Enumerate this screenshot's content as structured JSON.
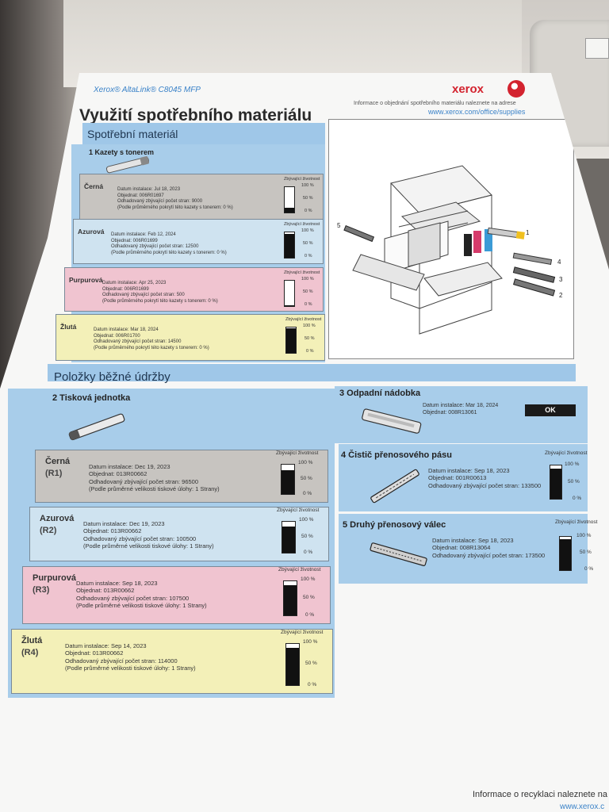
{
  "header": {
    "brand_line": "Xerox® AltaLink® C8045 MFP",
    "logo_text": "xerox",
    "title": "Využití spotřebního materiálu",
    "info_note": "Informace o objednání spotřebního materiálu naleznete na adrese",
    "info_url": "www.xerox.com/office/supplies"
  },
  "supplies": {
    "section_title": "Spotřební materiál",
    "subsection_title": "1 Kazety s tonerem",
    "remaining_label": "Zbývající životnost",
    "rows": [
      {
        "name": "Černá",
        "install": "Datum instalace: Jul 18, 2023",
        "order": "Objednat: 006R01697",
        "pages": "Odhadovaný zbývající počet stran: 9000",
        "note": "(Podle průměrného pokrytí této kazety s tonerem: 0 %)",
        "level": 0.2
      },
      {
        "name": "Azurová",
        "install": "Datum instalace: Feb 12, 2024",
        "order": "Objednat: 006R01699",
        "pages": "Odhadovaný zbývající počet stran: 12500",
        "note": "(Podle průměrného pokrytí této kazety s tonerem: 0 %)",
        "level": 0.95
      },
      {
        "name": "Purpurová",
        "install": "Datum instalace: Apr 25, 2023",
        "order": "Objednat: 006R01699",
        "pages": "Odhadovaný zbývající počet stran: 500",
        "note": "(Podle průměrného pokrytí této kazety s tonerem: 0 %)",
        "level": 0.02
      },
      {
        "name": "Žlutá",
        "install": "Datum instalace: Mar 18, 2024",
        "order": "Objednat: 006R01700",
        "pages": "Odhadovaný zbývající počet stran: 14500",
        "note": "(Podle průměrného pokrytí této kazety s tonerem: 0 %)",
        "level": 0.98
      }
    ]
  },
  "maintenance": {
    "section_title": "Položky běžné údržby",
    "drum_title": "2 Tisková jednotka",
    "remaining_label": "Zbývající životnost",
    "drums": [
      {
        "name": "Černá",
        "code": "(R1)",
        "install": "Datum instalace: Dec 19, 2023",
        "order": "Objednat: 013R00662",
        "pages": "Odhadovaný zbývající počet stran: 96500",
        "note": "(Podle průměrné velikosti tiskové úlohy: 1 Strany)",
        "level": 0.82
      },
      {
        "name": "Azurová",
        "code": "(R2)",
        "install": "Datum instalace: Dec 19, 2023",
        "order": "Objednat: 013R00662",
        "pages": "Odhadovaný zbývající počet stran: 100500",
        "note": "(Podle průměrné velikosti tiskové úlohy: 1 Strany)",
        "level": 0.85
      },
      {
        "name": "Purpurová",
        "code": "(R3)",
        "install": "Datum instalace: Sep 18, 2023",
        "order": "Objednat: 013R00662",
        "pages": "Odhadovaný zbývající počet stran: 107500",
        "note": "(Podle průměrné velikosti tiskové úlohy: 1 Strany)",
        "level": 0.88
      },
      {
        "name": "Žlutá",
        "code": "(R4)",
        "install": "Datum instalace: Sep 14, 2023",
        "order": "Objednat: 013R00662",
        "pages": "Odhadovaný zbývající počet stran: 114000",
        "note": "(Podle průměrné velikosti tiskové úlohy: 1 Strany)",
        "level": 0.9
      }
    ],
    "waste": {
      "title": "3 Odpadní nádobka",
      "install": "Datum instalace: Mar 18, 2024",
      "order": "Objednat: 008R13061",
      "status": "OK"
    },
    "belt": {
      "title": "4 Čistič přenosového pásu",
      "install": "Datum instalace: Sep 18, 2023",
      "order": "Objednat: 001R00613",
      "pages": "Odhadovaný zbývající počet stran: 133500",
      "level": 0.9
    },
    "roller": {
      "title": "5 Druhý přenosový válec",
      "install": "Datum instalace: Sep 18, 2023",
      "order": "Objednat: 008R13064",
      "pages": "Odhadovaný zbývající počet stran: 173500",
      "level": 0.92
    }
  },
  "gauge_ticks": [
    "100 %",
    "50 %",
    "0 %"
  ],
  "diagram_callouts": [
    "1",
    "2",
    "3",
    "4",
    "5"
  ],
  "footer": {
    "note": "Informace o recyklaci naleznete na",
    "url": "www.xerox.c"
  }
}
